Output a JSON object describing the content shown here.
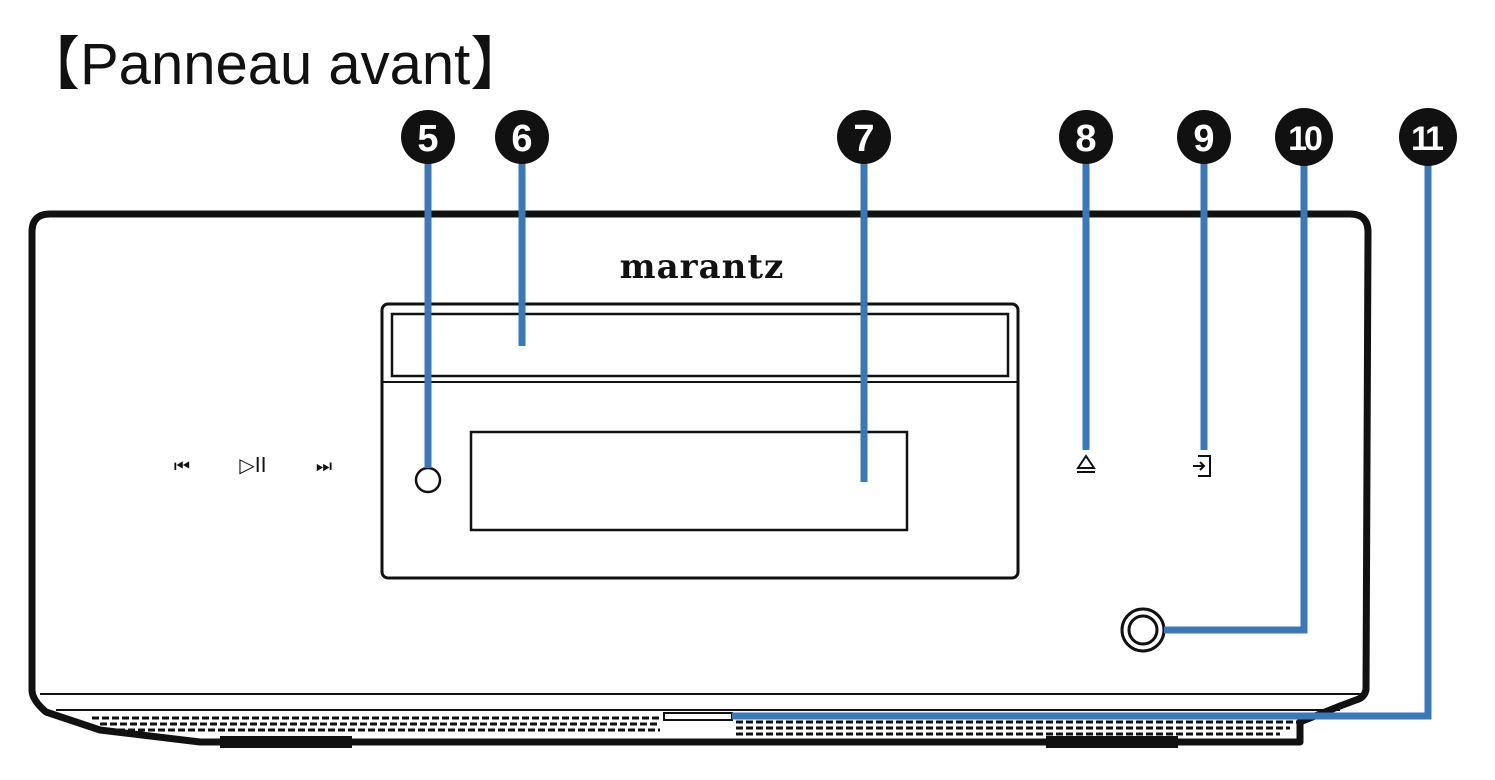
{
  "title": "【Panneau avant】",
  "brand": "marantz",
  "callouts": [
    "5",
    "6",
    "7",
    "8",
    "9",
    "10",
    "11"
  ],
  "icons": {
    "previous": "⏮",
    "play_pause": "▷II",
    "next": "⏭",
    "eject": "⏏",
    "input": "input-icon"
  },
  "colors": {
    "callout_line": "#3a78b8",
    "callout_badge": "#111111",
    "outline": "#111111"
  }
}
